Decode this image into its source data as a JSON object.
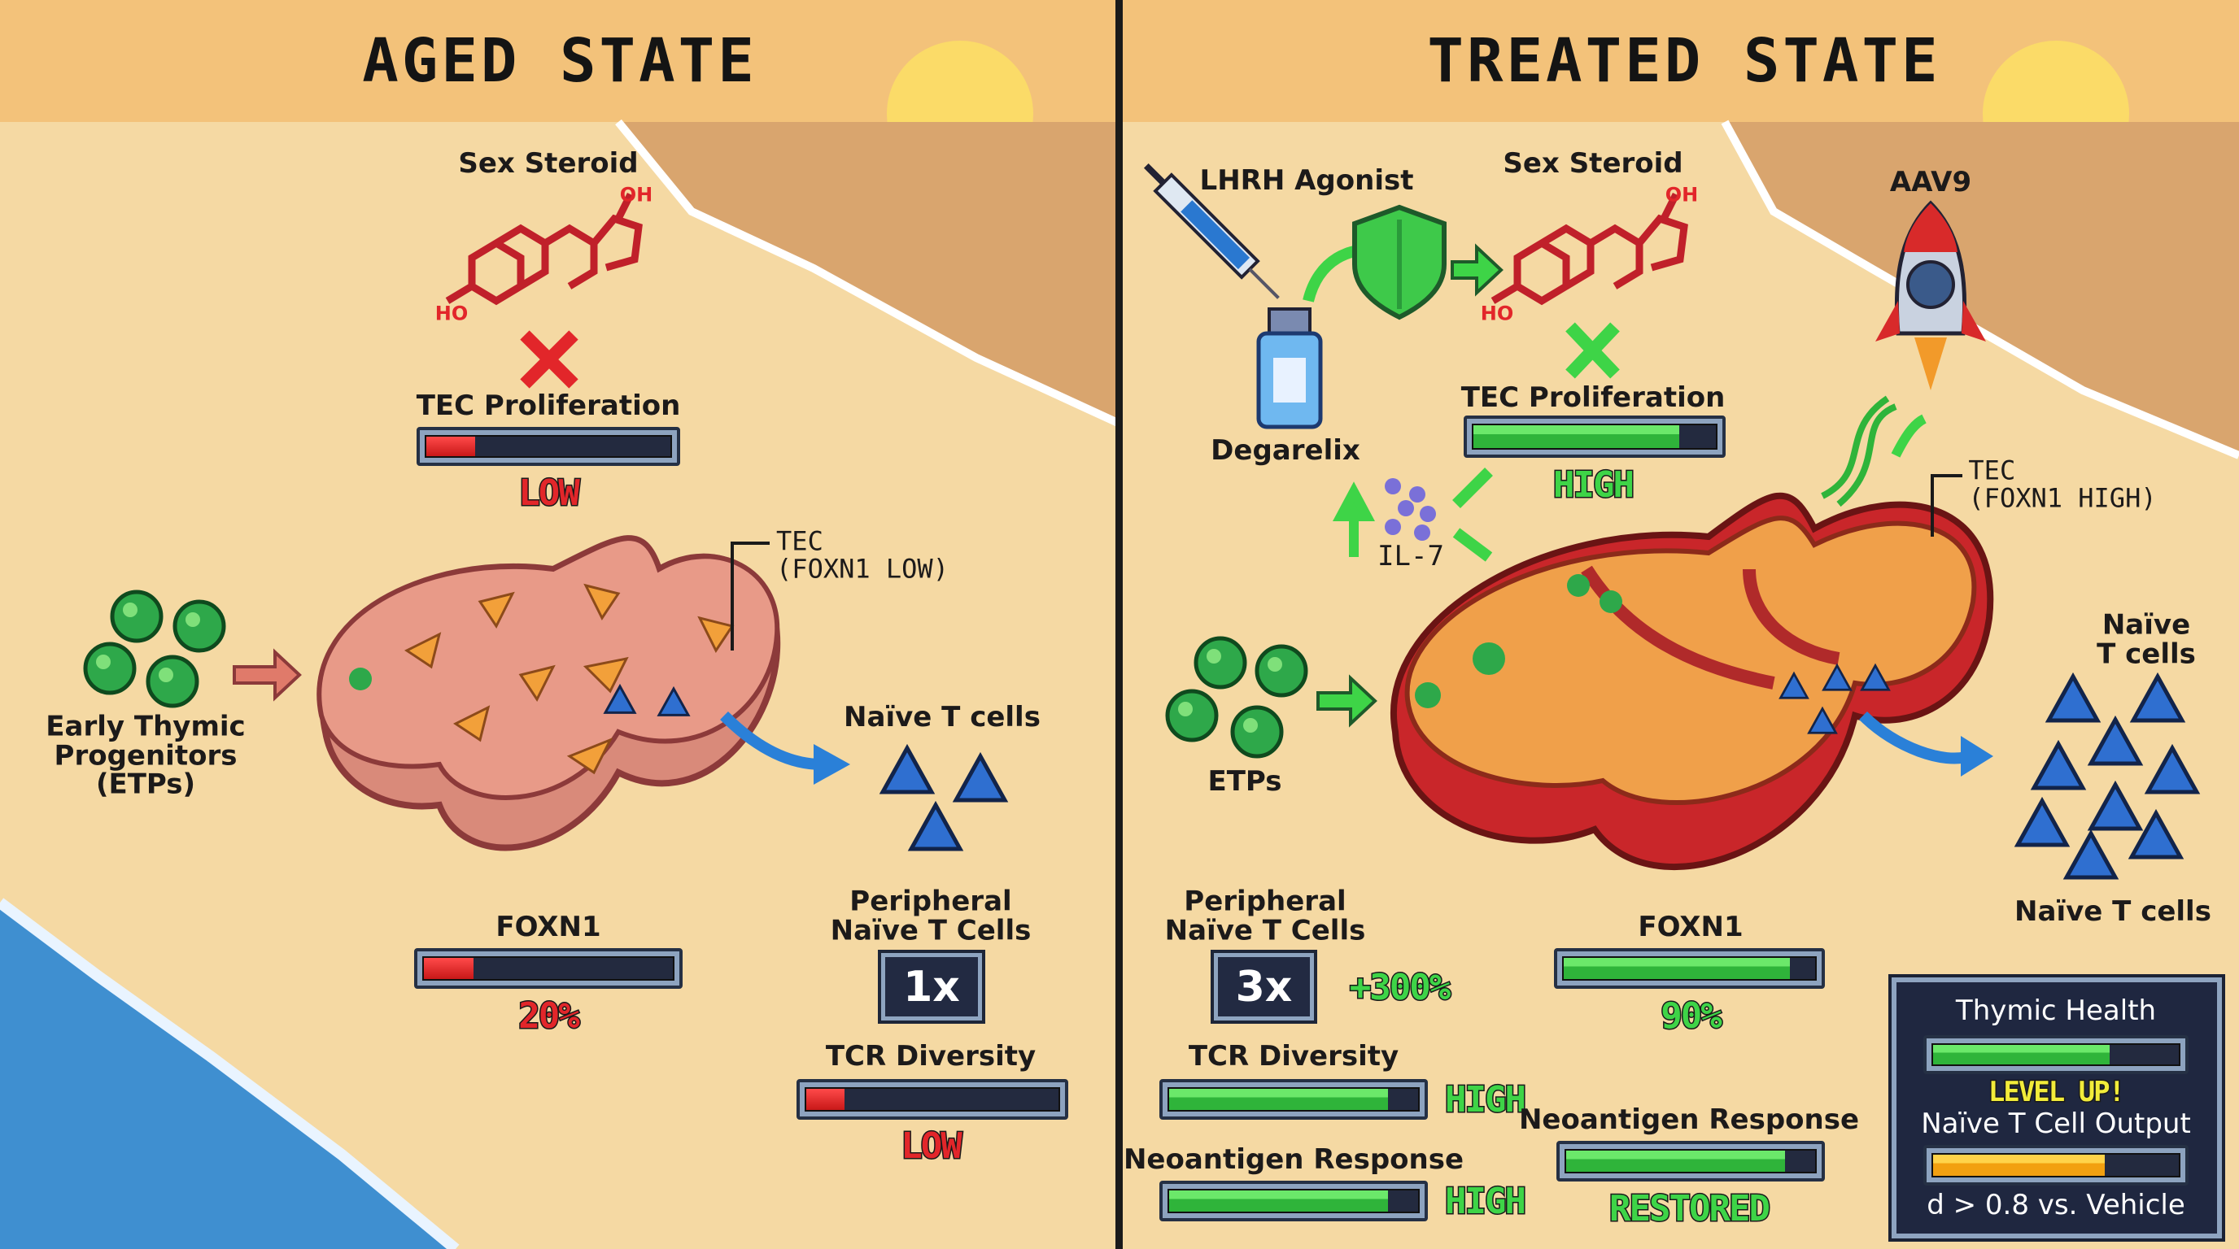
{
  "aged": {
    "title": "AGED STATE",
    "sex_steroid": "Sex Steroid",
    "steroid_labels": {
      "oh": "OH",
      "ho": "HO"
    },
    "tec_proliferation": {
      "label": "TEC Proliferation",
      "level": 0.2,
      "status": "LOW"
    },
    "etps": "Early Thymic\nProgenitors\n(ETPs)",
    "tec": "TEC\n(FOXN1 LOW)",
    "naive_t_cells": "Naïve T cells",
    "foxn1": {
      "label": "FOXN1",
      "level": 0.2,
      "value": "20%"
    },
    "peripheral": {
      "label": "Peripheral\nNaïve T Cells",
      "value": "1x"
    },
    "tcr_diversity": {
      "label": "TCR Diversity",
      "level": 0.15,
      "status": "LOW"
    }
  },
  "treated": {
    "title": "TREATED STATE",
    "lhrh": "LHRH Agonist",
    "degarelix": "Degarelix",
    "sex_steroid": "Sex Steroid",
    "steroid_labels": {
      "oh": "OH",
      "ho": "HO"
    },
    "aav9": "AAV9",
    "tec_proliferation": {
      "label": "TEC Proliferation",
      "level": 0.85,
      "status": "HIGH"
    },
    "il7": "IL-7",
    "tec": "TEC\n(FOXN1 HIGH)",
    "etps": "ETPs",
    "naive_t_cells_top": "Naïve\nT cells",
    "naive_t_cells_bottom": "Naïve T cells",
    "peripheral": {
      "label": "Peripheral\nNaïve T Cells",
      "value": "3x",
      "change": "+300%"
    },
    "foxn1": {
      "label": "FOXN1",
      "level": 0.9,
      "value": "90%"
    },
    "tcr_diversity": {
      "label": "TCR Diversity",
      "level": 0.88,
      "status": "HIGH"
    },
    "neoantigen_left": {
      "label": "Neoantigen Response",
      "level": 0.88,
      "status": "HIGH"
    },
    "neoantigen_mid": {
      "label": "Neoantigen Response",
      "level": 0.88,
      "status": "RESTORED"
    },
    "panel": {
      "thymic_health": "Thymic Health",
      "thymic_level": 0.72,
      "level_up": "LEVEL UP!",
      "output_label": "Naïve T Cell Output",
      "output_level": 0.7,
      "effect": "d > 0.8 vs. Vehicle"
    }
  },
  "colors": {
    "sand": "#f5d9a3",
    "wet_sand": "#d9a56e",
    "sky": "#f3c27a",
    "ocean": "#3f8fd0",
    "red": "#e2262a",
    "green": "#3ed447",
    "triangle": "#2f6fd0",
    "etp": "#2ea84a"
  }
}
